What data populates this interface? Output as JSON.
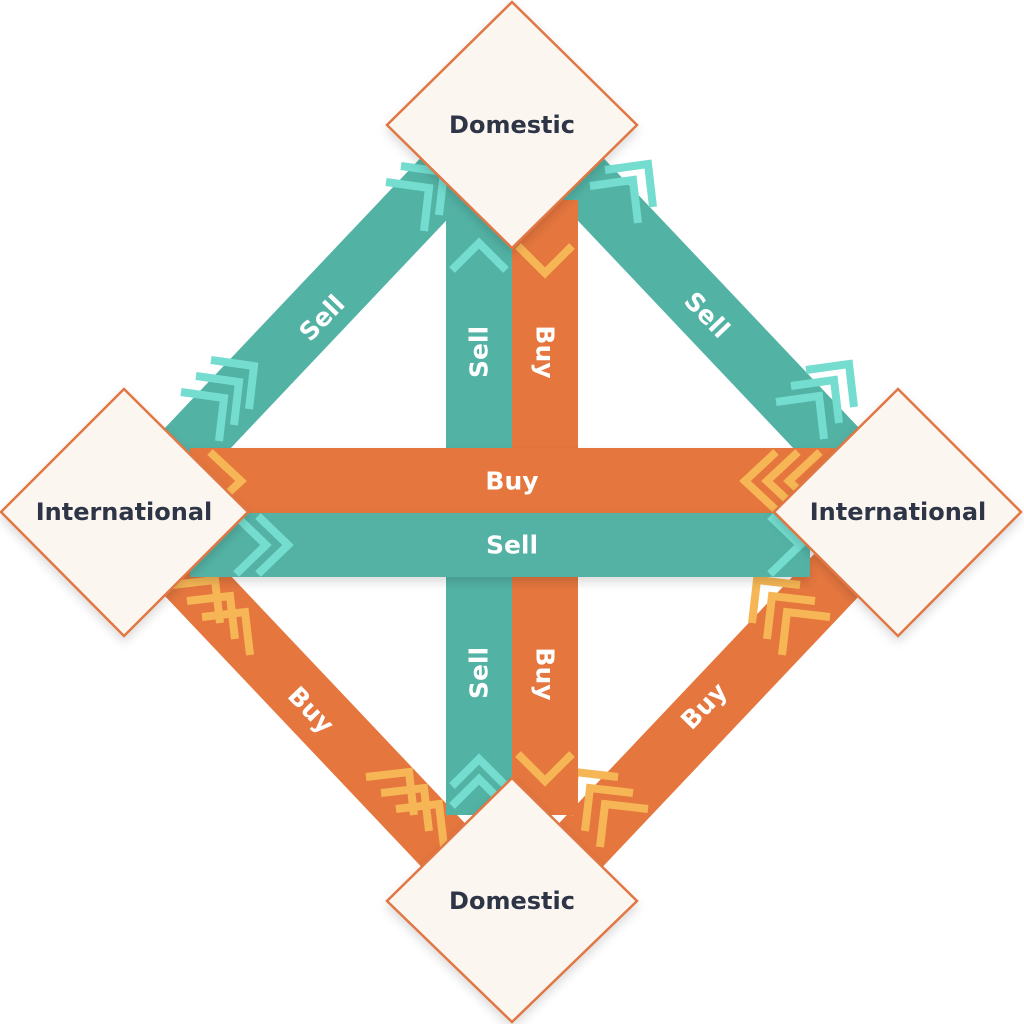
{
  "colors": {
    "teal": "#52b2a4",
    "teal_chevron": "#74ddd0",
    "orange": "#e5763e",
    "orange_chevron": "#f6b655",
    "node_fill": "#fbf6f0",
    "node_stroke": "#e07744",
    "node_text": "#2e3447"
  },
  "nodes": {
    "top": "Domestic",
    "bottom": "Domestic",
    "left": "International",
    "right": "International"
  },
  "bands": {
    "upper_left": "Sell",
    "upper_right": "Sell",
    "lower_left": "Buy",
    "lower_right": "Buy",
    "vertical_top_sell": "Sell",
    "vertical_top_buy": "Buy",
    "vertical_bottom_sell": "Sell",
    "vertical_bottom_buy": "Buy",
    "horizontal_buy": "Buy",
    "horizontal_sell": "Sell"
  }
}
